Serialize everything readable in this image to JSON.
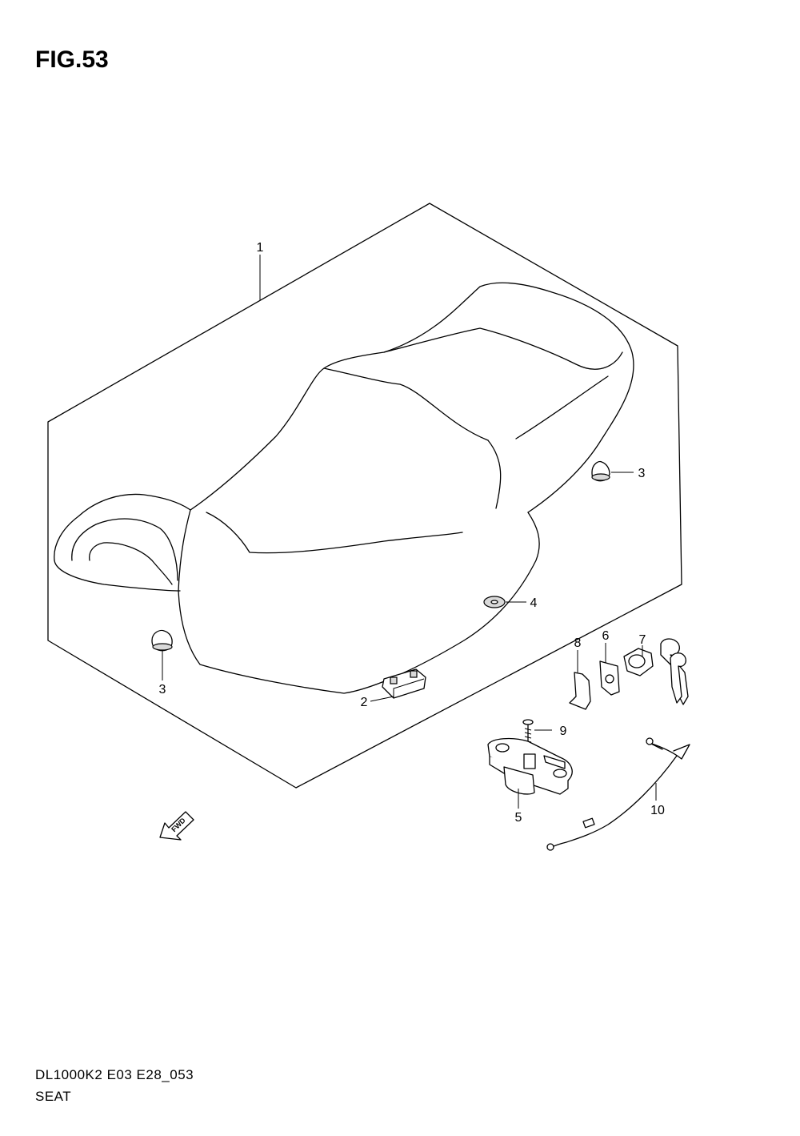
{
  "figure": {
    "title": "FIG.53",
    "model_code": "DL1000K2 E03 E28_053",
    "section_name": "SEAT"
  },
  "callouts": {
    "c1": "1",
    "c2": "2",
    "c3a": "3",
    "c3b": "3",
    "c4": "4",
    "c5": "5",
    "c6": "6",
    "c7": "7",
    "c8": "8",
    "c9": "9",
    "c10": "10"
  },
  "fwd_arrow_label": "FWD"
}
